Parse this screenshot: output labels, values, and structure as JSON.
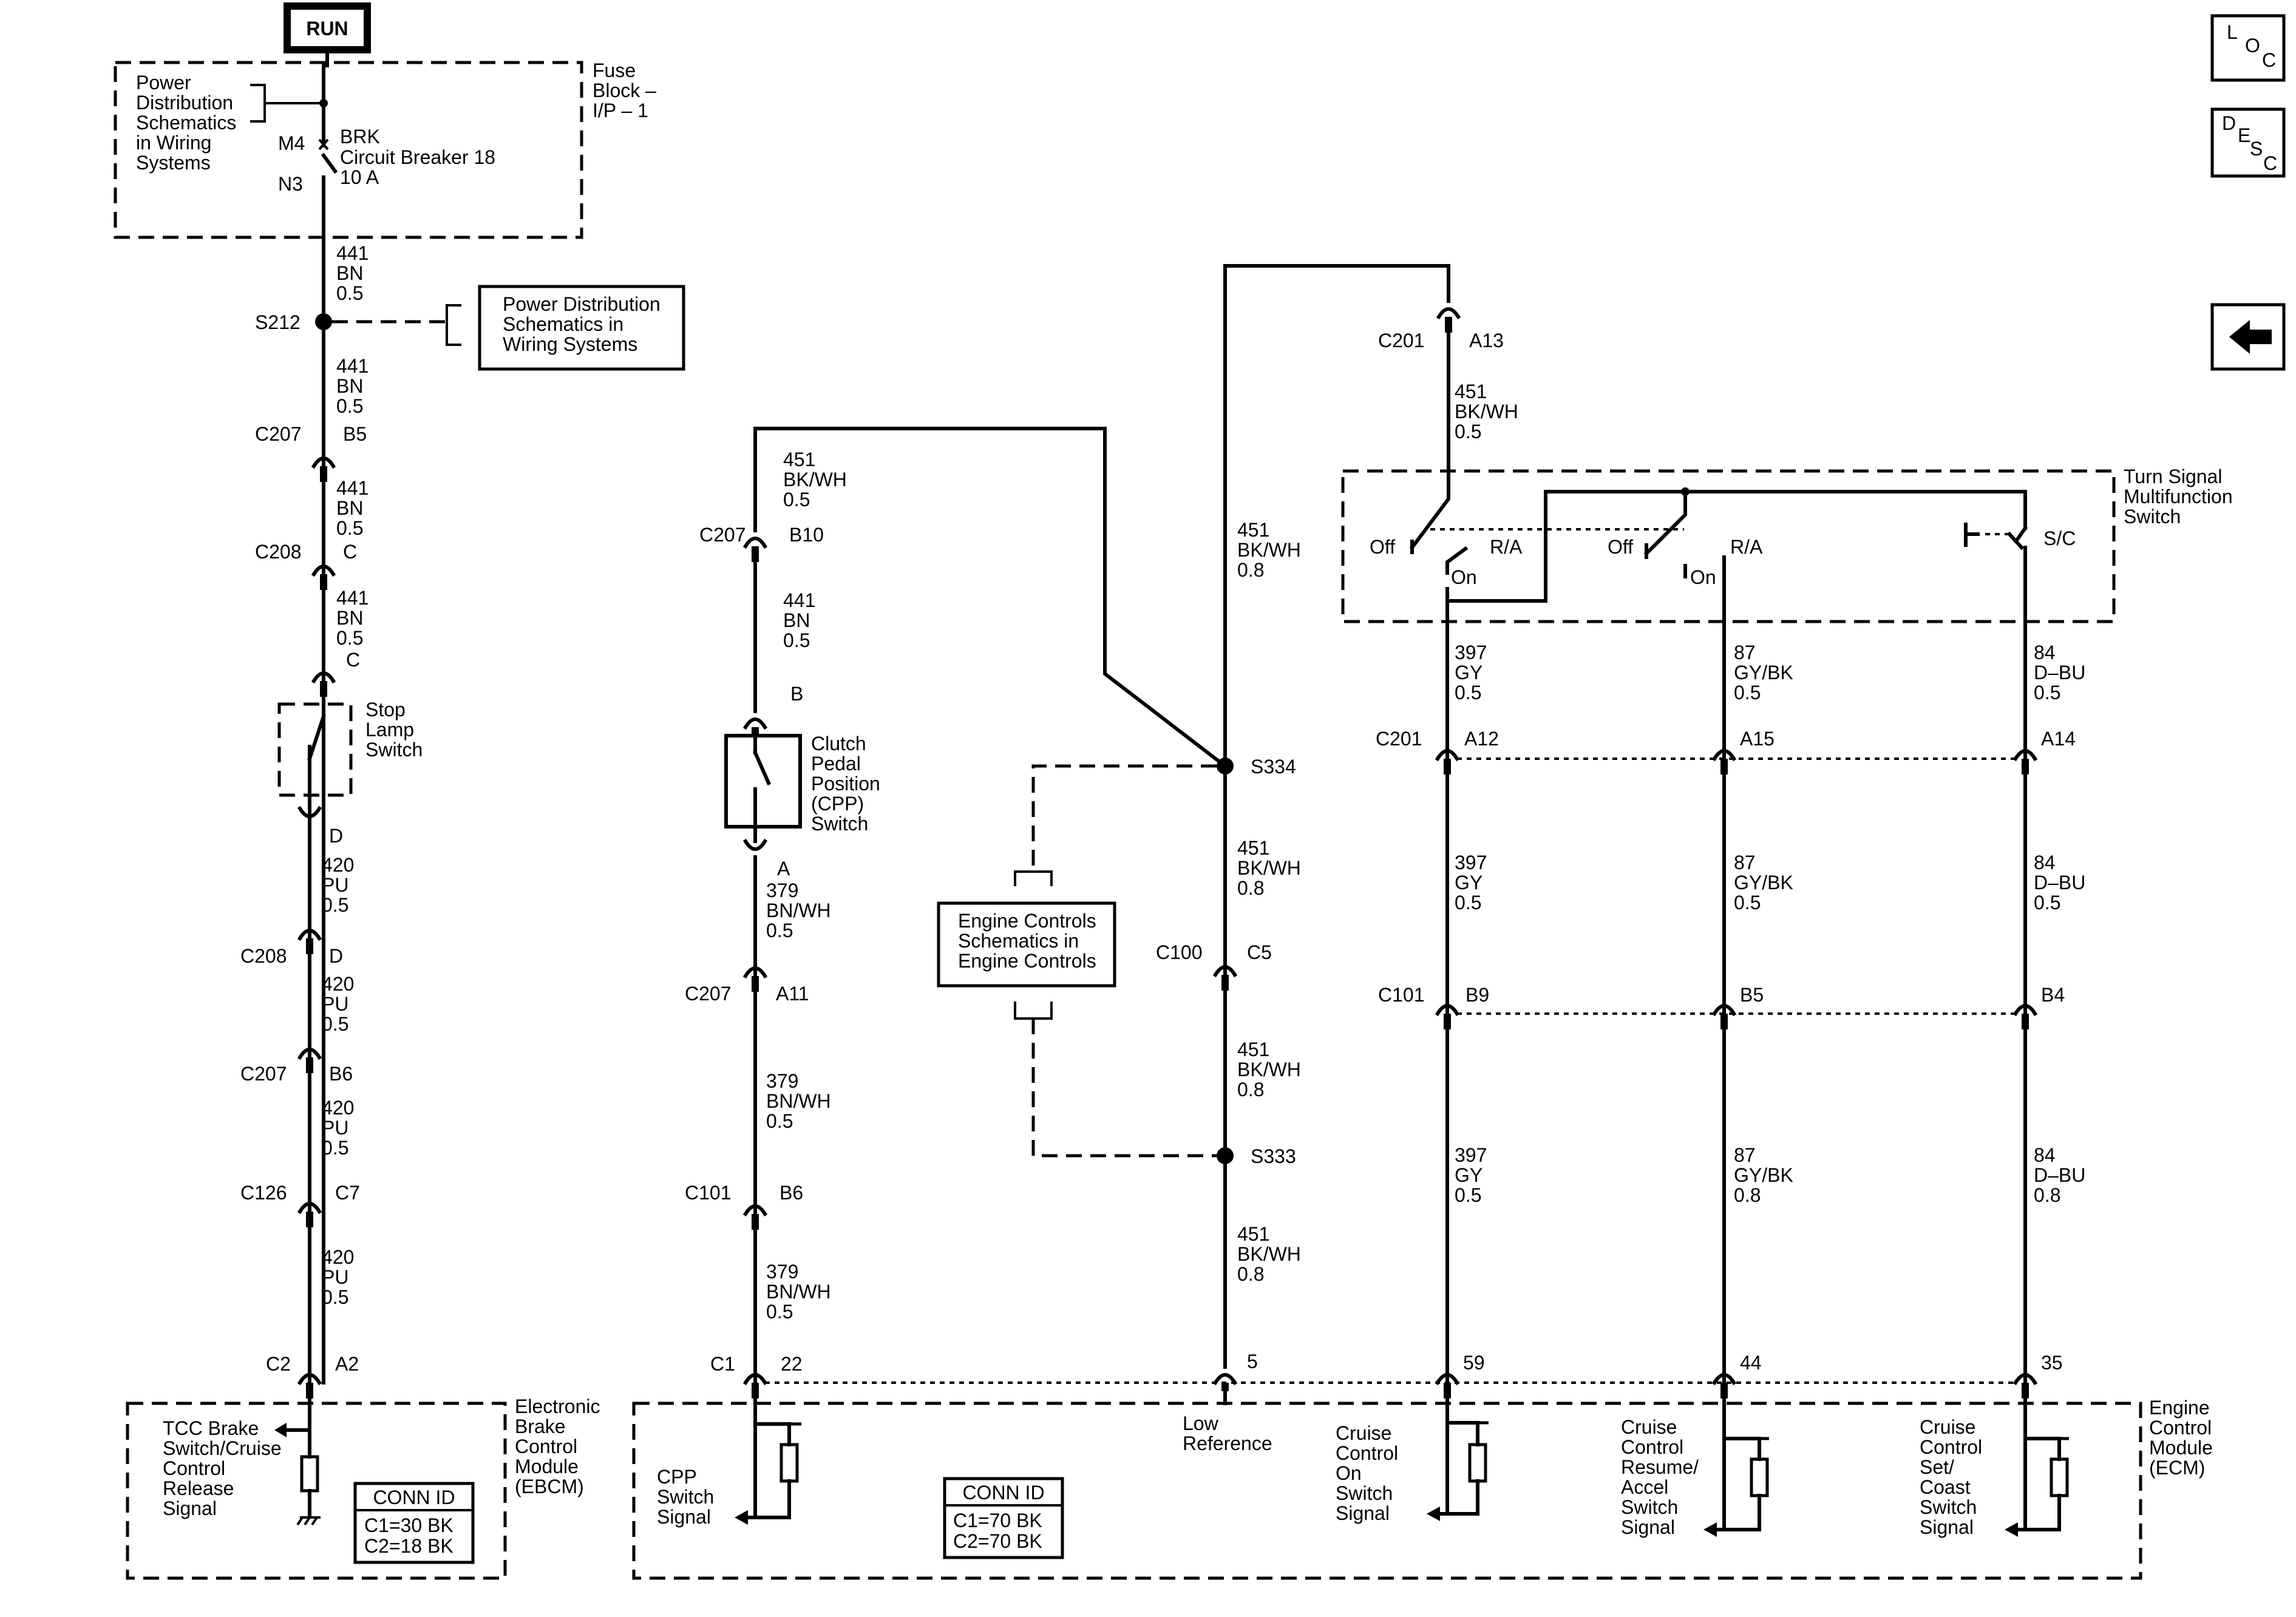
{
  "power": {
    "run_label": "RUN"
  },
  "fuse_block": {
    "title": [
      "Fuse",
      "Block –",
      "I/P – 1"
    ],
    "ref": [
      "Power",
      "Distribution",
      "Schematics",
      "in Wiring",
      "Systems"
    ],
    "breaker": [
      "BRK",
      "Circuit Breaker 18",
      "10 A"
    ],
    "pins": [
      "M4",
      "N3"
    ]
  },
  "splice_s212": {
    "label": "S212",
    "ref": [
      "Power Distribution",
      "Schematics in",
      "Wiring Systems"
    ]
  },
  "wires": {
    "w441a": [
      "441",
      "BN",
      "0.5"
    ],
    "w441b": [
      "441",
      "BN",
      "0.5"
    ],
    "w441c": [
      "441",
      "BN",
      "0.5"
    ],
    "w441d": [
      "441",
      "BN",
      "0.5"
    ],
    "w420a": [
      "420",
      "PU",
      "0.5"
    ],
    "w420b": [
      "420",
      "PU",
      "0.5"
    ],
    "w420c": [
      "420",
      "PU",
      "0.5"
    ],
    "w420d": [
      "420",
      "PU",
      "0.5"
    ],
    "w451a": [
      "451",
      "BK/WH",
      "0.5"
    ],
    "w441e": [
      "441",
      "BN",
      "0.5"
    ],
    "w379a": [
      "379",
      "BN/WH",
      "0.5"
    ],
    "w379b": [
      "379",
      "BN/WH",
      "0.5"
    ],
    "w379c": [
      "379",
      "BN/WH",
      "0.5"
    ],
    "w451b": [
      "451",
      "BK/WH",
      "0.8"
    ],
    "w451c": [
      "451",
      "BK/WH",
      "0.8"
    ],
    "w451d": [
      "451",
      "BK/WH",
      "0.8"
    ],
    "w451e": [
      "451",
      "BK/WH",
      "0.8"
    ],
    "w451f": [
      "451",
      "BK/WH",
      "0.5"
    ],
    "w397a": [
      "397",
      "GY",
      "0.5"
    ],
    "w397b": [
      "397",
      "GY",
      "0.5"
    ],
    "w397c": [
      "397",
      "GY",
      "0.5"
    ],
    "w87a": [
      "87",
      "GY/BK",
      "0.5"
    ],
    "w87b": [
      "87",
      "GY/BK",
      "0.5"
    ],
    "w87c": [
      "87",
      "GY/BK",
      "0.8"
    ],
    "w84a": [
      "84",
      "D–BU",
      "0.5"
    ],
    "w84b": [
      "84",
      "D–BU",
      "0.5"
    ],
    "w84c": [
      "84",
      "D–BU",
      "0.8"
    ]
  },
  "connectors": {
    "c207_b5": [
      "C207",
      "B5"
    ],
    "c208_c": [
      "C208",
      "C"
    ],
    "stop_c": [
      "C"
    ],
    "stop_d": [
      "D"
    ],
    "c208_d": [
      "C208",
      "D"
    ],
    "c207_b6": [
      "C207",
      "B6"
    ],
    "c126_c7": [
      "C126",
      "C7"
    ],
    "c2_a2": [
      "C2",
      "A2"
    ],
    "c207_b10": [
      "C207",
      "B10"
    ],
    "cpp_b": [
      "B"
    ],
    "cpp_a": [
      "A"
    ],
    "c207_a11": [
      "C207",
      "A11"
    ],
    "c101_b6": [
      "C101",
      "B6"
    ],
    "c1_22": [
      "C1",
      "22"
    ],
    "c201_a13": [
      "C201",
      "A13"
    ],
    "c100_c5": [
      "C100",
      "C5"
    ],
    "ecm_5": [
      "5"
    ],
    "c201_a12": [
      "C201",
      "A12"
    ],
    "c201_a15": [
      "A15"
    ],
    "c201_a14": [
      "A14"
    ],
    "c101_b9": [
      "C101",
      "B9"
    ],
    "c101_b5": [
      "B5"
    ],
    "c101_b4": [
      "B4"
    ],
    "ecm_59": [
      "59"
    ],
    "ecm_44": [
      "44"
    ],
    "ecm_35": [
      "35"
    ]
  },
  "splices": {
    "s334": "S334",
    "s333": "S333"
  },
  "components": {
    "stop_lamp_switch": [
      "Stop",
      "Lamp",
      "Switch"
    ],
    "cpp_switch": [
      "Clutch",
      "Pedal",
      "Position",
      "(CPP)",
      "Switch"
    ],
    "engine_controls_ref": [
      "Engine Controls",
      "Schematics in",
      "Engine Controls"
    ],
    "turn_signal_switch": [
      "Turn Signal",
      "Multifunction",
      "Switch"
    ],
    "switch_states": {
      "off1": "Off",
      "ra1": "R/A",
      "on1": "On",
      "off2": "Off",
      "ra2": "R/A",
      "on2": "On",
      "sc": "S/C"
    }
  },
  "modules": {
    "ebcm": {
      "name": [
        "Electronic",
        "Brake",
        "Control",
        "Module",
        "(EBCM)"
      ],
      "signal": [
        "TCC Brake",
        "Switch/Cruise",
        "Control",
        "Release",
        "Signal"
      ],
      "conn_title": "CONN ID",
      "conn_ids": [
        "C1=30 BK",
        "C2=18 BK"
      ]
    },
    "ecm": {
      "name": [
        "Engine",
        "Control",
        "Module",
        "(ECM)"
      ],
      "cpp_signal": [
        "CPP",
        "Switch",
        "Signal"
      ],
      "low_ref": [
        "Low",
        "Reference"
      ],
      "cruise_on": [
        "Cruise",
        "Control",
        "On",
        "Switch",
        "Signal"
      ],
      "cruise_resume": [
        "Cruise",
        "Control",
        "Resume/",
        "Accel",
        "Switch",
        "Signal"
      ],
      "cruise_set": [
        "Cruise",
        "Control",
        "Set/",
        "Coast",
        "Switch",
        "Signal"
      ],
      "conn_title": "CONN ID",
      "conn_ids": [
        "C1=70 BK",
        "C2=70 BK"
      ]
    }
  },
  "nav": {
    "loc": [
      "L",
      "O",
      "C"
    ],
    "desc": [
      "D",
      "E",
      "S",
      "C"
    ],
    "back_icon": "arrow-left-icon"
  }
}
